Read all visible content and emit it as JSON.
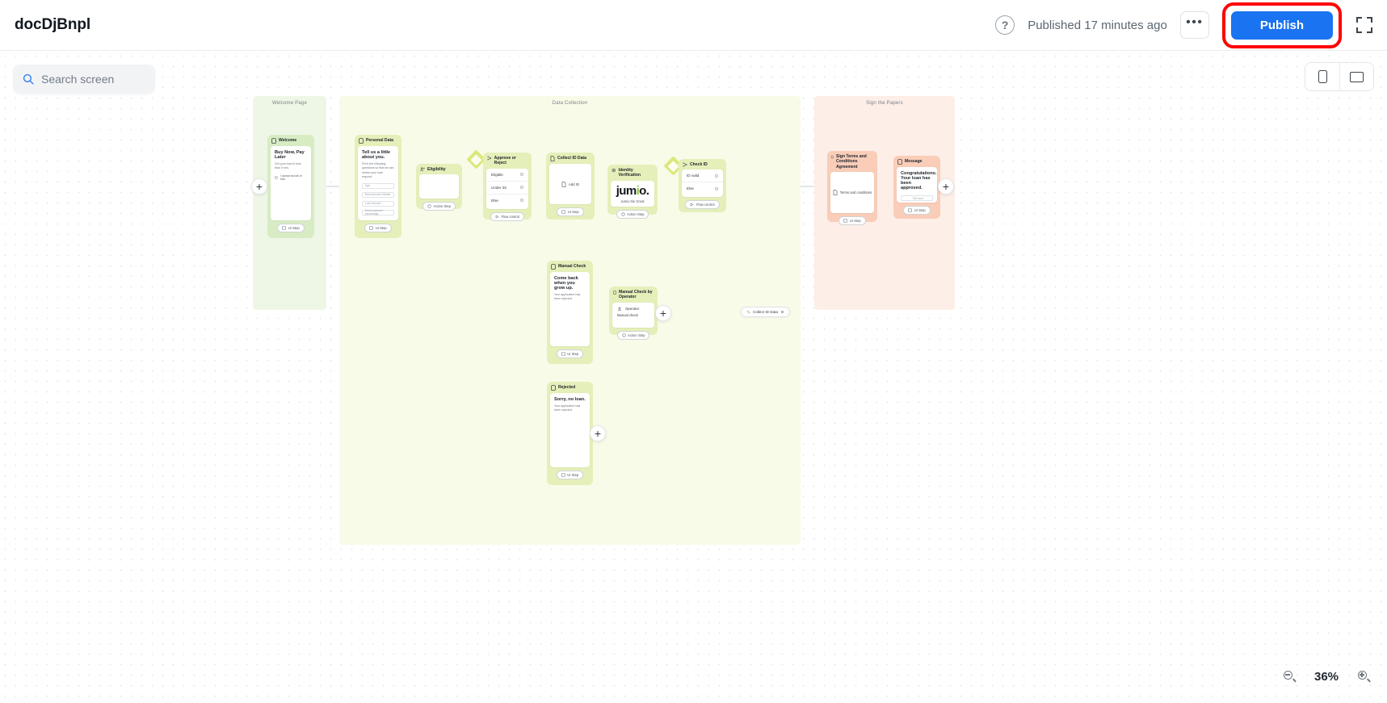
{
  "header": {
    "doc_title": "docDjBnpl",
    "help_icon": "question-mark-icon",
    "published_text": "Published 17 minutes ago",
    "more_label": "•••",
    "publish_label": "Publish",
    "expand_icon": "fullscreen-icon",
    "publish_highlight_color": "#ff0000",
    "publish_color": "#1a73f0"
  },
  "search": {
    "placeholder": "Search screen",
    "icon": "search-icon"
  },
  "view_toggle": {
    "mobile": "mobile-view-icon",
    "desktop": "desktop-view-icon"
  },
  "zoom": {
    "level": "36%",
    "out_icon": "zoom-out-icon",
    "in_icon": "zoom-in-icon"
  },
  "lanes": [
    {
      "id": "welcome",
      "label": "Welcome Page",
      "color": "#eef6e6"
    },
    {
      "id": "data",
      "label": "Data Collection",
      "color": "#f8fbe8"
    },
    {
      "id": "sign",
      "label": "Sign the Papers",
      "color": "#fdeee7"
    }
  ],
  "nodes": {
    "welcome": {
      "title": "Welcome",
      "icon": "mobile-screen-icon",
      "heading": "Buy Now, Pay Later",
      "sub": "Get your loan in less than 5 min.",
      "radio_label": "I accept and all of that",
      "foot_chip": "UI Step"
    },
    "personal_data": {
      "title": "Personal Data",
      "icon": "mobile-screen-icon",
      "heading": "Tell us a little about you.",
      "sub": "Fill in the following questions so that we can review your loan request.",
      "fields": [
        "Age",
        "Bank Account Details",
        "Loan Amount",
        "Down payment percentage"
      ],
      "foot_chip": "UI Step"
    },
    "eligibility": {
      "title": "Eligibility",
      "icon": "decision-service-icon",
      "foot_chip": "Action Step"
    },
    "approve_or_reject": {
      "title": "Approve or Reject",
      "icon": "branch-icon",
      "options": [
        "Eligible",
        "Under 25",
        "Else"
      ],
      "foot_chip": "Flow control"
    },
    "collect_id_data": {
      "title": "Collect ID Data",
      "icon": "document-icon",
      "item": "Add ID",
      "foot_chip": "UI Step"
    },
    "identity_verification": {
      "title": "Identity Verification",
      "icon": "plugin-icon",
      "logo_a": "jum",
      "logo_b": "i",
      "logo_c": "o.",
      "caption": "Jumio the Great",
      "foot_chip": "Action Step"
    },
    "check_id": {
      "title": "Check ID",
      "icon": "branch-icon",
      "options": [
        "ID valid",
        "Else"
      ],
      "foot_chip": "Flow control"
    },
    "manual_check": {
      "title": "Manual Check",
      "icon": "mobile-screen-icon",
      "heading": "Come back when you grow up.",
      "sub": "Your application has been rejected.",
      "foot_chip": "UI Step"
    },
    "manual_check_operator": {
      "title": "Manual Check by Operator",
      "icon": "mobile-screen-icon",
      "role_label": "Operator",
      "role_value": "Manual check",
      "foot_chip": "Action Step"
    },
    "rejected": {
      "title": "Rejected",
      "icon": "mobile-screen-icon",
      "heading": "Sorry, no loan.",
      "sub": "Your application has been rejected.",
      "foot_chip": "UI Step"
    },
    "collect_id_data_ref": {
      "label": "Collect ID Data",
      "icon": "link-icon",
      "end_icon": "target-icon"
    },
    "sign_terms": {
      "title": "Sign Terms and Conditions Agreement",
      "icon": "document-icon",
      "item": "Terms and conditions",
      "foot_chip": "UI Step"
    },
    "message": {
      "title": "Message",
      "icon": "mobile-screen-icon",
      "heading": "Congratulations. Your loan has been approved.",
      "item": "Tell more",
      "foot_chip": "UI Step"
    }
  },
  "plus_buttons": [
    "start-plus",
    "manual-check-operator-plus",
    "rejected-plus",
    "message-plus"
  ]
}
